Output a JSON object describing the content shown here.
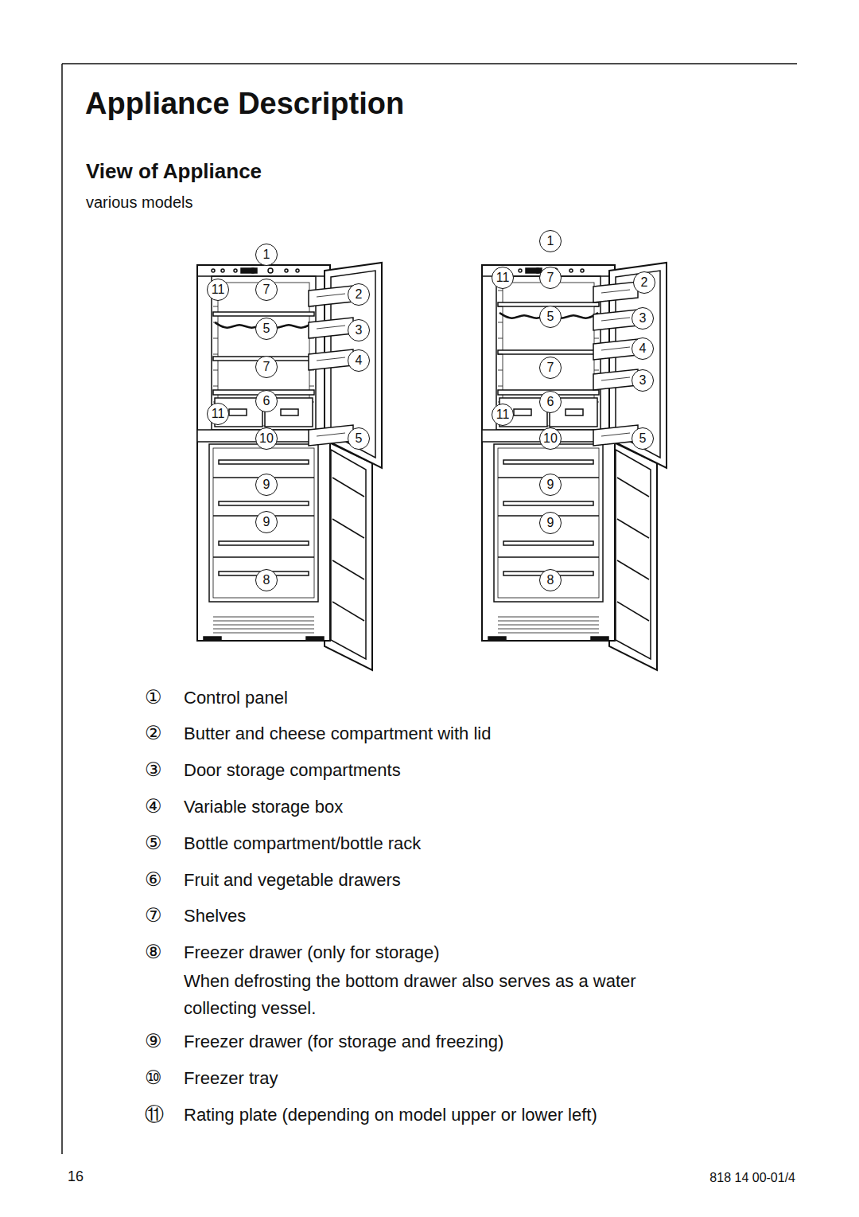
{
  "diagram": {
    "title": "Appliance Description",
    "nodes": [
      {
        "text": [
          "1"
        ]
      },
      {
        "text": [
          "11"
        ]
      },
      {
        "text": [
          "7"
        ]
      },
      {
        "text": [
          "2"
        ]
      },
      {
        "text": [
          "5"
        ]
      },
      {
        "text": [
          "3"
        ]
      },
      {
        "text": [
          "7"
        ]
      },
      {
        "text": [
          "4"
        ]
      },
      {
        "text": [
          "6"
        ]
      },
      {
        "text": [
          "11"
        ]
      },
      {
        "text": [
          "10"
        ]
      },
      {
        "text": [
          "5"
        ]
      },
      {
        "text": [
          "9"
        ]
      },
      {
        "text": [
          "9"
        ]
      },
      {
        "text": [
          "8"
        ]
      },
      {
        "text": [
          "1"
        ]
      },
      {
        "text": [
          "11"
        ]
      },
      {
        "text": [
          "7"
        ]
      },
      {
        "text": [
          "2"
        ]
      },
      {
        "text": [
          "5"
        ]
      },
      {
        "text": [
          "3"
        ]
      },
      {
        "text": [
          "4"
        ]
      },
      {
        "text": [
          "7"
        ]
      },
      {
        "text": [
          "3"
        ]
      },
      {
        "text": [
          "6"
        ]
      },
      {
        "text": [
          "11"
        ]
      },
      {
        "text": [
          "10"
        ]
      },
      {
        "text": [
          "5"
        ]
      },
      {
        "text": [
          "9"
        ]
      },
      {
        "text": [
          "9"
        ]
      },
      {
        "text": [
          "8"
        ]
      }
    ],
    "labels": [
      "View of Appliance",
      "various models",
      "①",
      "Control panel",
      "②",
      "Butter and cheese compartment with lid",
      "③",
      "Door storage compartments",
      "④",
      "Variable storage box",
      "⑤",
      "Bottle compartment/bottle rack",
      "⑥",
      "Fruit and vegetable drawers",
      "⑦",
      "Shelves",
      "⑧",
      "Freezer drawer (only for storage)",
      "When defrosting the bottom drawer also serves as a water collecting vessel.",
      "⑨",
      "Freezer drawer (for storage and freezing)",
      "⑩",
      "Freezer tray",
      "⑪",
      "Rating plate (depending on model upper or lower left)",
      "16",
      "818 14 00-01/4"
    ]
  }
}
